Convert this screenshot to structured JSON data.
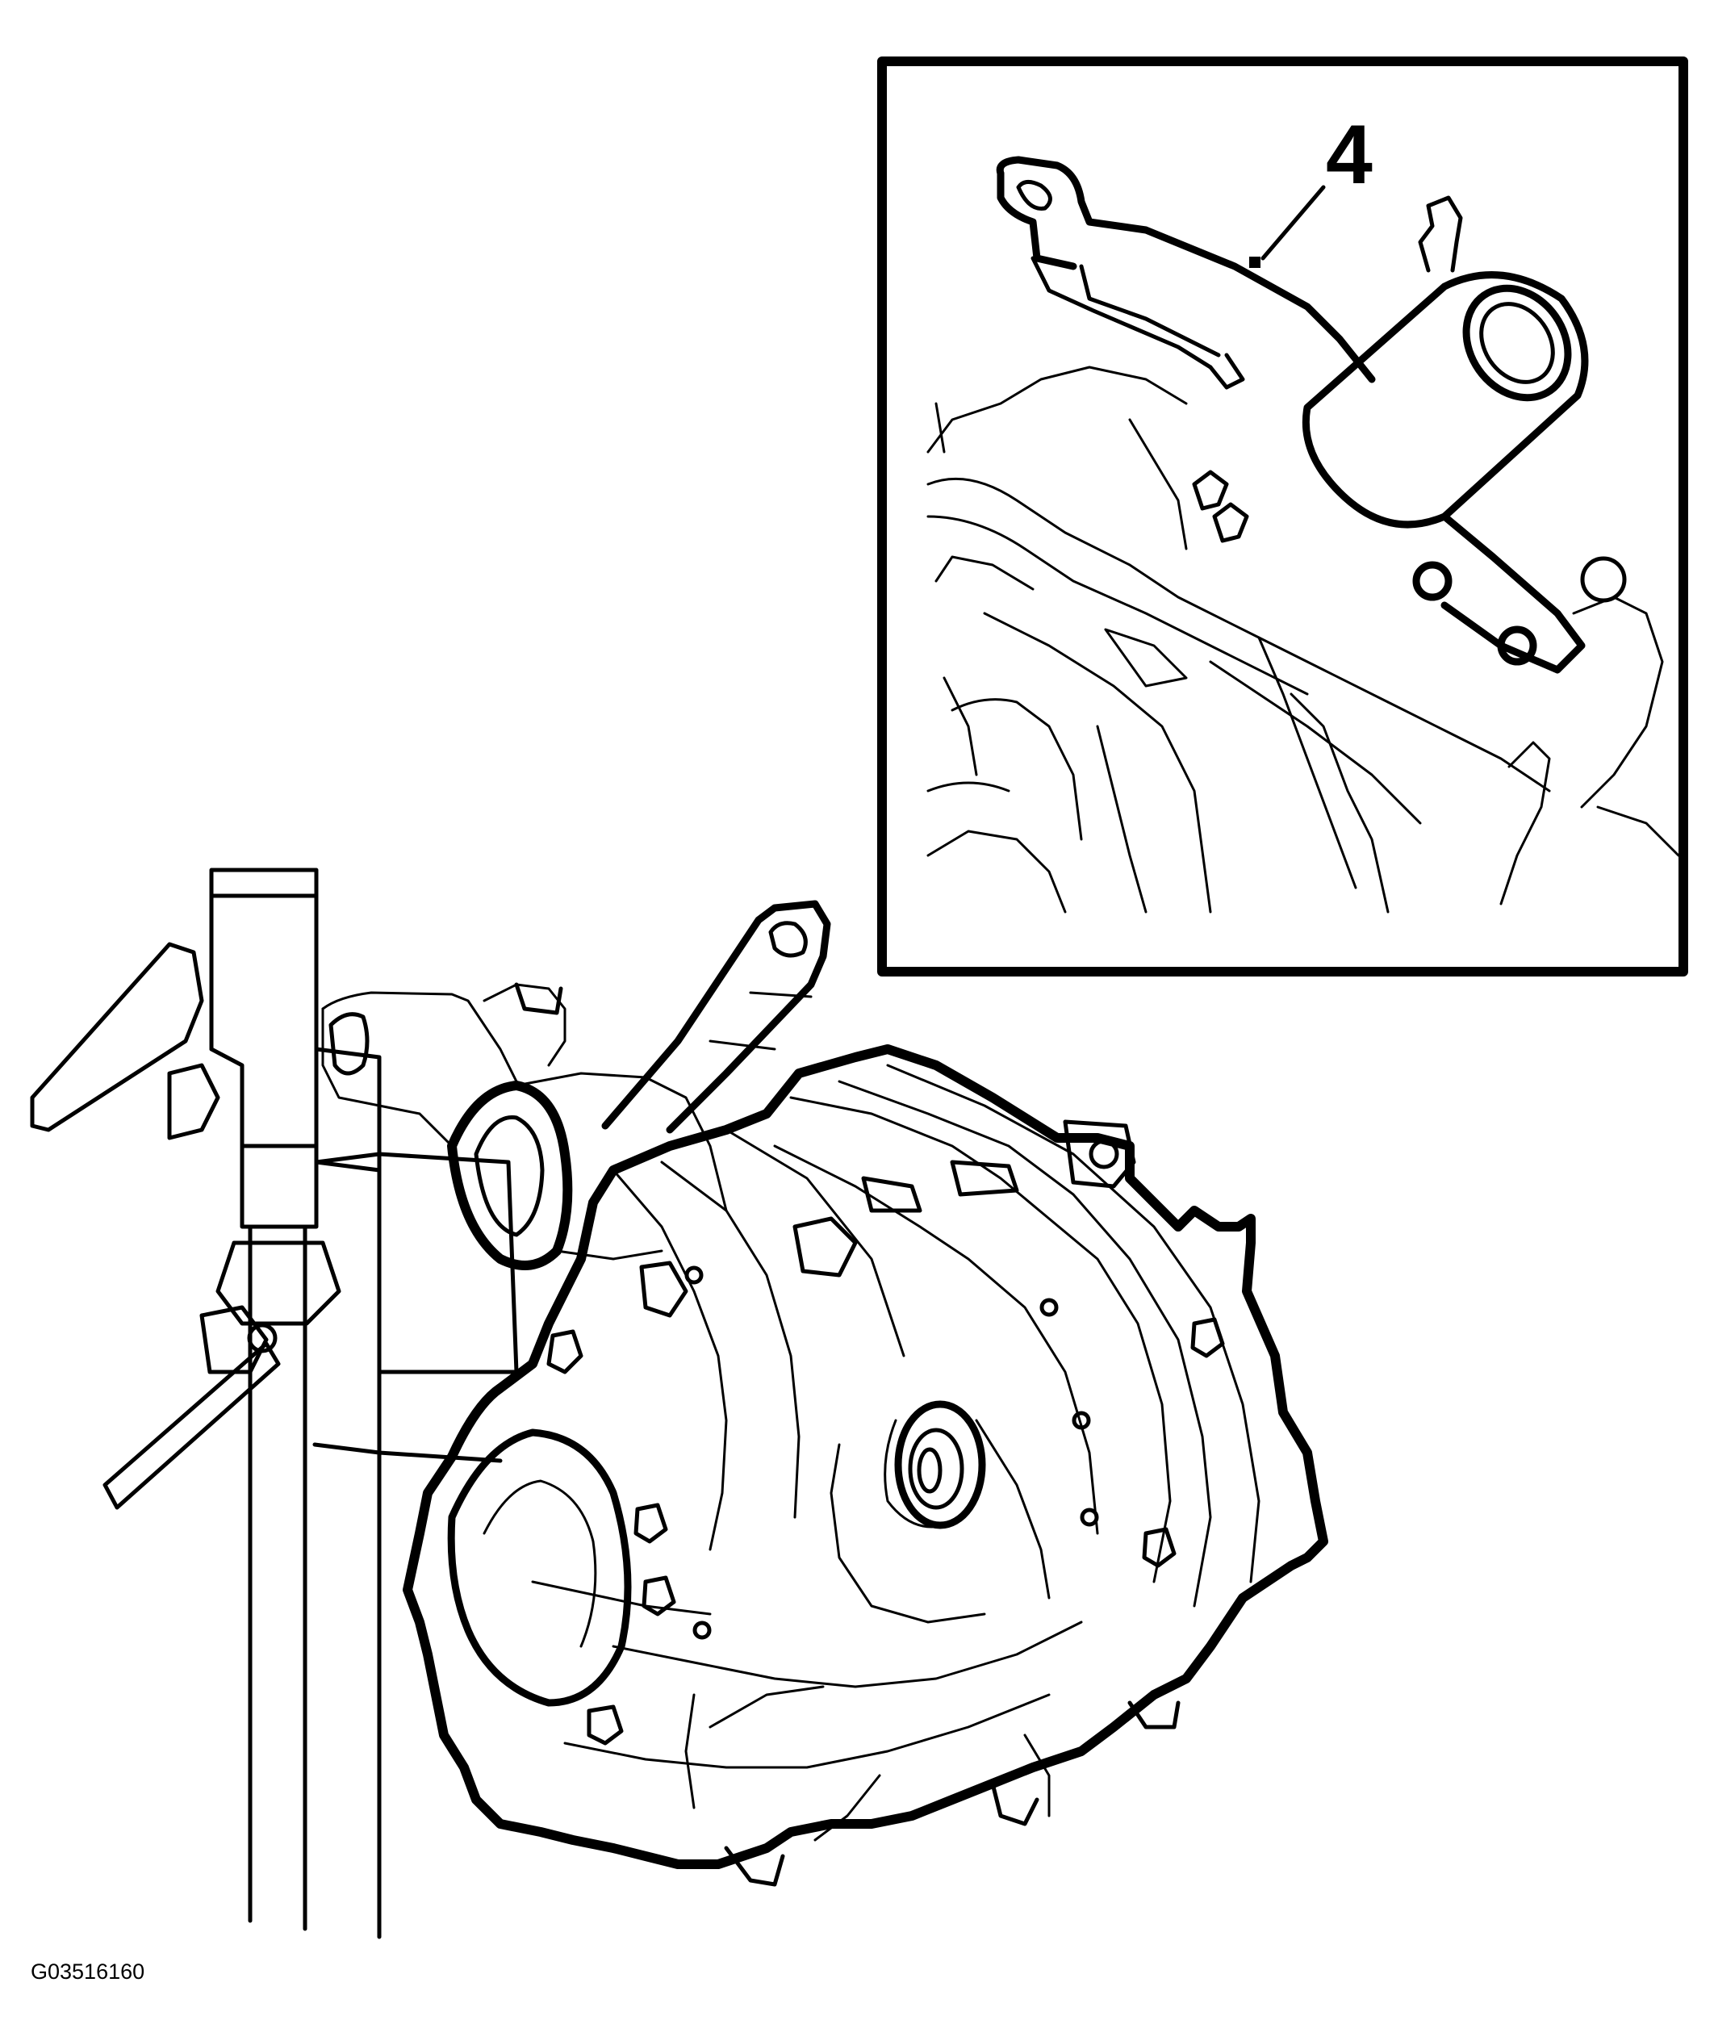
{
  "callouts": [
    {
      "label": "4",
      "part": "engine-mount-bracket"
    }
  ],
  "figure_code": "G03516160",
  "colors": {
    "line": "#000000",
    "background": "#ffffff"
  }
}
